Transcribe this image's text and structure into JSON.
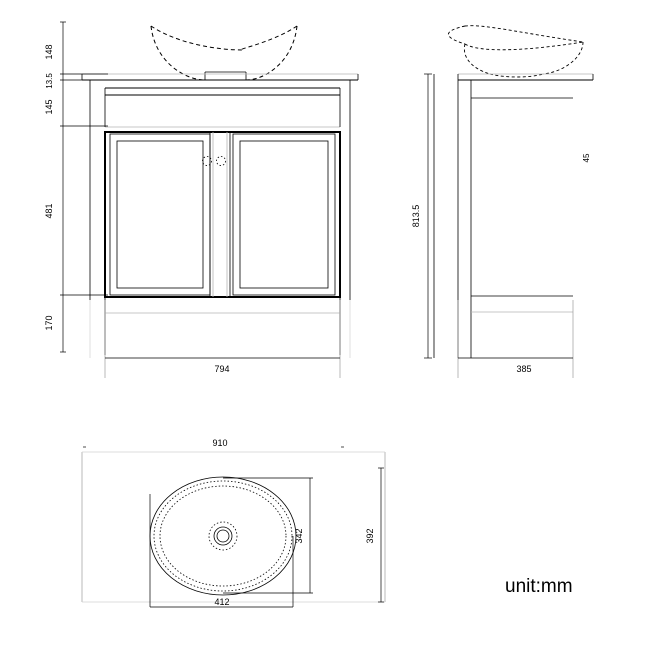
{
  "drawing": {
    "title": "bathroom-vanity-technical-drawing",
    "unit_note": "unit:mm",
    "views": {
      "front": {
        "name": "front-elevation",
        "width_dim": "794",
        "vertical_dims": [
          "148",
          "13.5",
          "145",
          "481",
          "170"
        ]
      },
      "side": {
        "name": "side-elevation",
        "depth_dim": "385",
        "height_dim": "813.5",
        "small_dim": "45"
      },
      "top": {
        "name": "top-plan-view",
        "overall_width_dim": "910",
        "overall_depth_dim": "392",
        "basin_width_dim": "412",
        "basin_depth_dim": "342"
      }
    },
    "dimension_values": {
      "d_148": "148",
      "d_13_5": "13.5",
      "d_145": "145",
      "d_481": "481",
      "d_170": "170",
      "d_794": "794",
      "d_385": "385",
      "d_813_5": "813.5",
      "d_45": "45",
      "d_910": "910",
      "d_392": "392",
      "d_412": "412",
      "d_342": "342"
    },
    "colors": {
      "line": "#000000",
      "light_line": "#b4b4b4",
      "background": "#ffffff"
    }
  }
}
